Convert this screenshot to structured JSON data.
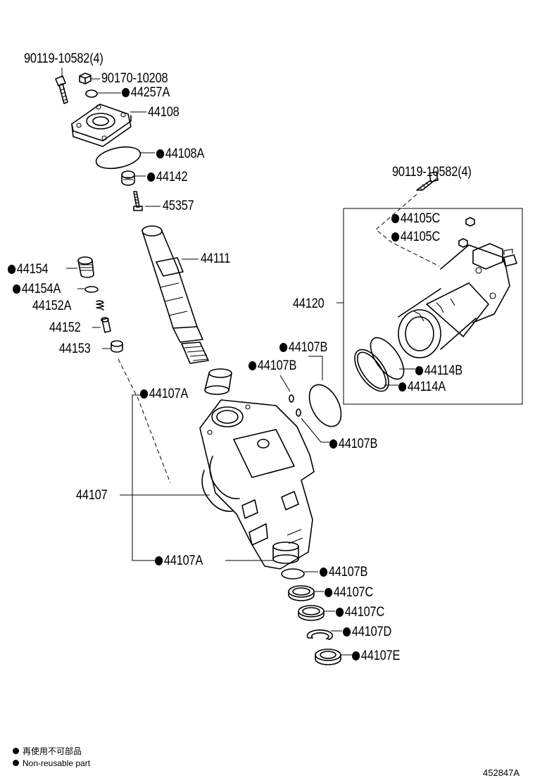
{
  "labels": {
    "bolt_top": "90119-10582(4)",
    "nut_top": "90170-10208",
    "washer_44257a": "44257A",
    "cover_44108": "44108",
    "oring_44108a": "44108A",
    "nut_44142": "44142",
    "screw_45357": "45357",
    "shaft_44111": "44111",
    "plug_44154": "44154",
    "oring_44154a": "44154A",
    "spring_44152a": "44152A",
    "valve_44152": "44152",
    "seat_44153": "44153",
    "bearing_44107a_upper": "44107A",
    "bolt_right": "90119-10582(4)",
    "nut_44105c_a": "44105C",
    "nut_44105c_b": "44105C",
    "assembly_44120": "44120",
    "oring_44107b_1": "44107B",
    "oring_44107b_2": "44107B",
    "oring_44107b_3": "44107B",
    "ring_44114b": "44114B",
    "ring_44114a": "44114A",
    "housing_44107": "44107",
    "bearing_44107a_lower": "44107A",
    "oring_44107b_4": "44107B",
    "seal_44107c_1": "44107C",
    "seal_44107c_2": "44107C",
    "snapring_44107d": "44107D",
    "dustseal_44107e": "44107E"
  },
  "legend": {
    "line_jp": "再使用不可部品",
    "line_en": "Non-reusable part"
  },
  "figure_ref": "452847A"
}
